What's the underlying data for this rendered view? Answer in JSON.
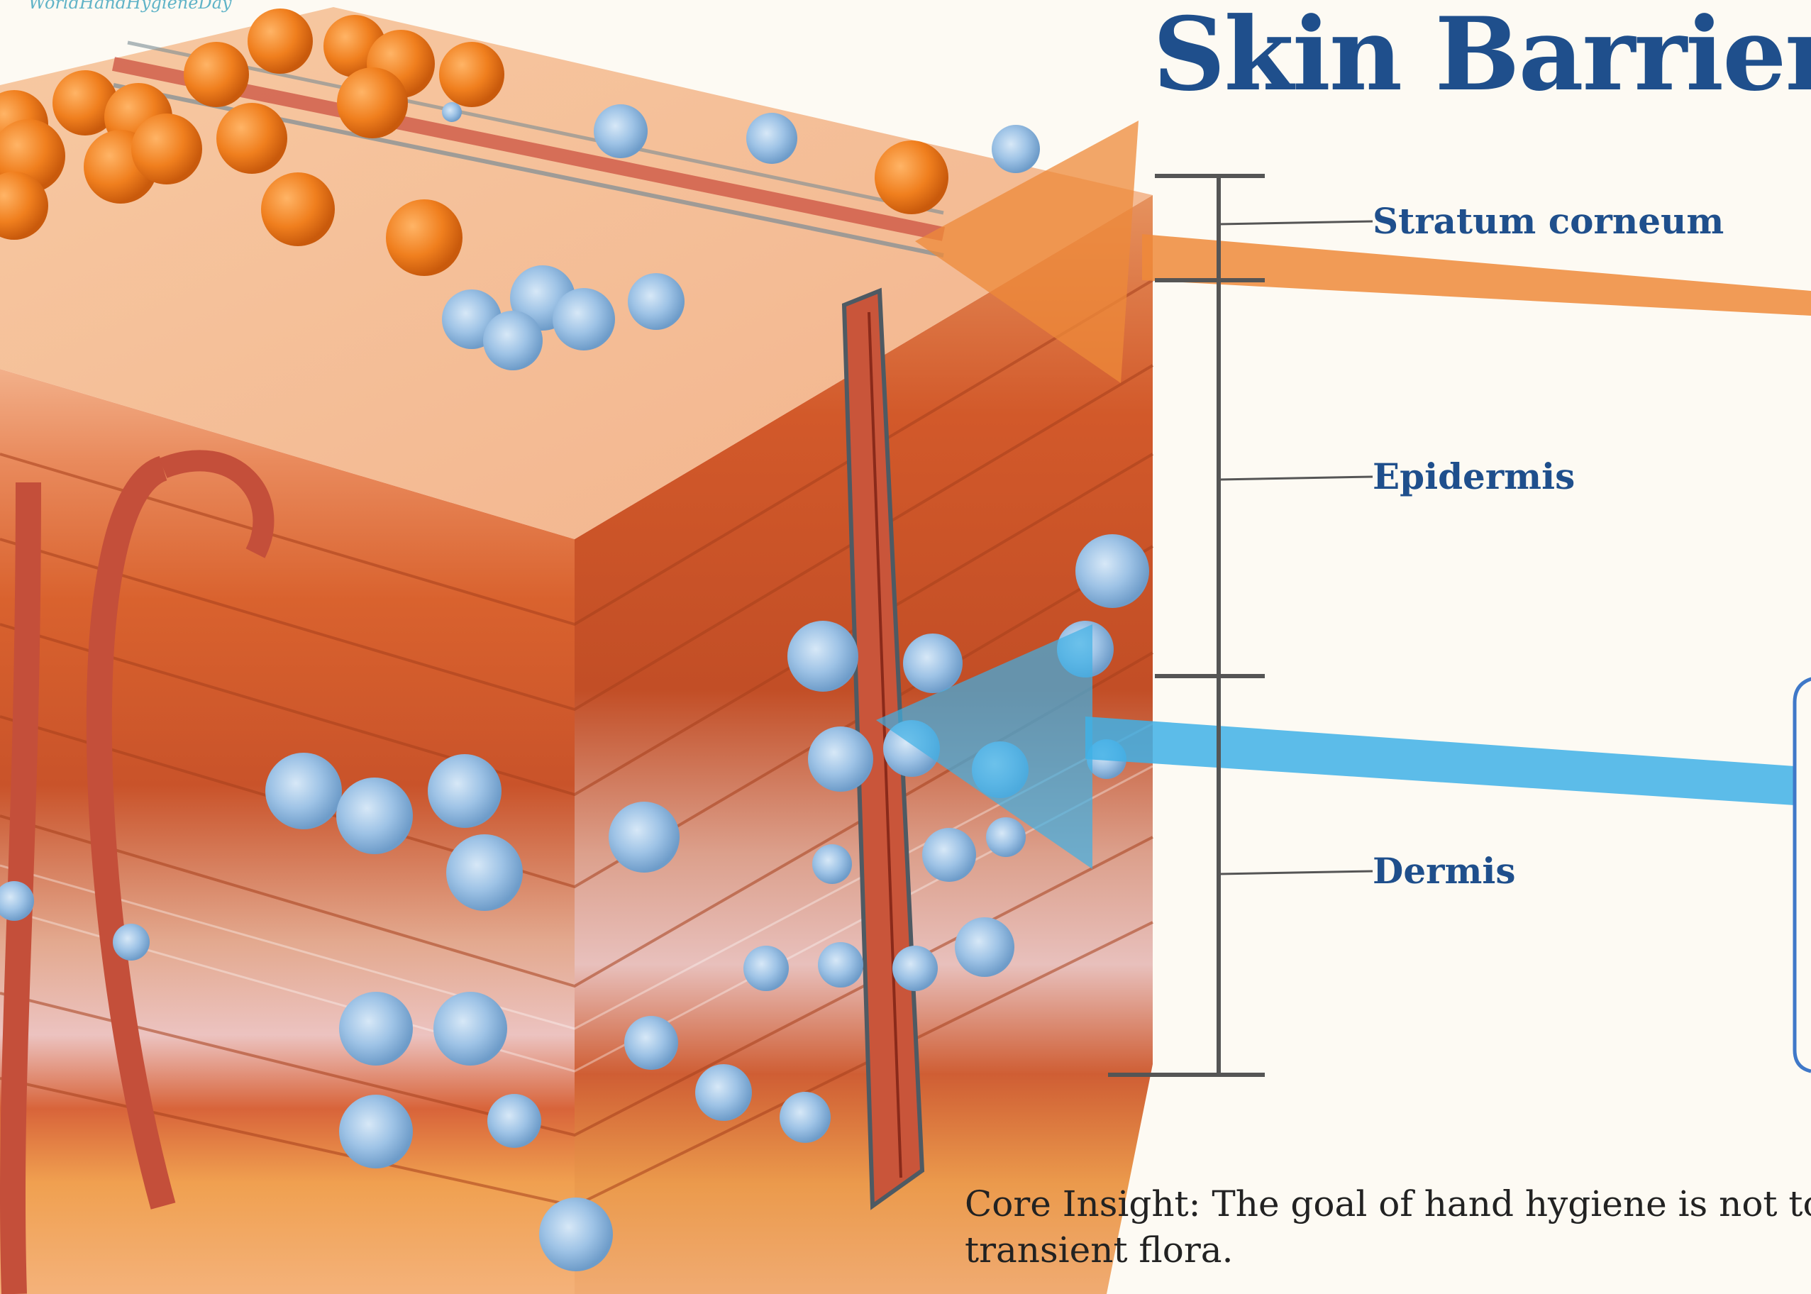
{
  "title": "Skin Barrier",
  "watermark": "WorldHandHygieneDay",
  "layers": [
    {
      "name": "Stratum corneum"
    },
    {
      "name": "Epidermis"
    },
    {
      "name": "Dermis"
    }
  ],
  "insight": {
    "line1": "Core Insight: The goal of hand hygiene is not total",
    "line2": "transient flora."
  },
  "colors": {
    "title": "#1f4f8c",
    "transient_flora": "#f07f1e",
    "resident_flora": "#8fb8dc",
    "orange_arrow": "#ee8a3a",
    "blue_arrow": "#3fb0e6",
    "skin_top": "#f2b38c",
    "dermis": "#d9622e"
  }
}
